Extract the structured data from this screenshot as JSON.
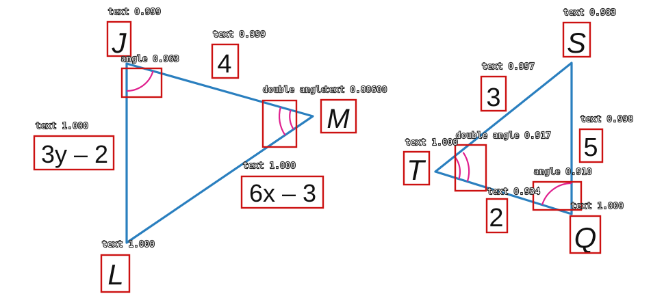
{
  "colors": {
    "edge": "#2a7fbf",
    "arc": "#e0208e",
    "box": "#cc1111"
  },
  "triangle_left": {
    "vertices": {
      "j": "J",
      "m": "M",
      "l": "L"
    },
    "sides": {
      "jm": "4",
      "jl": "3y – 2",
      "lm": "6x – 3"
    }
  },
  "triangle_right": {
    "vertices": {
      "s": "S",
      "t": "T",
      "q": "Q"
    },
    "sides": {
      "ts": "3",
      "sq": "5",
      "tq": "2"
    }
  },
  "detections": {
    "j": "text 0.999",
    "four": "text 0.999",
    "angle_j": "angle 0.963",
    "double_m": "double angle",
    "m": "text 0.88600",
    "jl": "text 1.000",
    "lm": "text 1.000",
    "l": "text 1.000",
    "s": "text 0.983",
    "three": "text 0.997",
    "five": "text 0.998",
    "t": "text 1.000",
    "double_t": "double angle 0.917",
    "angle_q": "angle 0.910",
    "two": "text 0.934",
    "q": "text 1.000"
  }
}
